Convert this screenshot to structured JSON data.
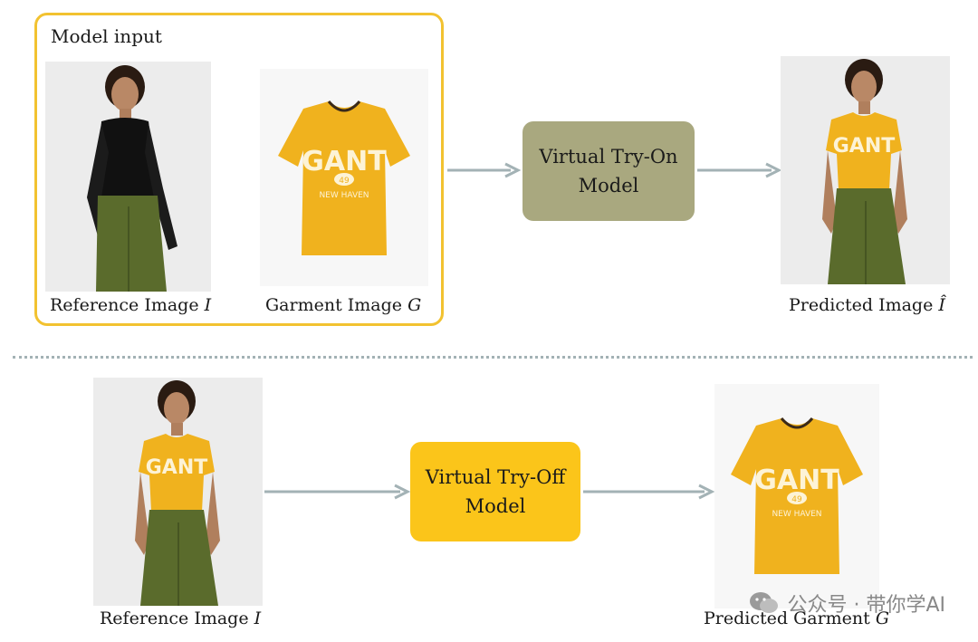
{
  "top": {
    "box_title": "Model input",
    "reference_label": "Reference Image",
    "reference_symbol": "I",
    "garment_label": "Garment Image",
    "garment_symbol": "G",
    "model_line1": "Virtual Try-On",
    "model_line2": "Model",
    "predicted_label": "Predicted Image",
    "predicted_symbol": "Î"
  },
  "bottom": {
    "reference_label": "Reference Image",
    "reference_symbol": "I",
    "model_line1": "Virtual Try-Off",
    "model_line2": "Model",
    "predicted_label": "Predicted Garment",
    "predicted_symbol": "G"
  },
  "shirt": {
    "brand": "GANT",
    "number": "49",
    "city": "NEW HAVEN"
  },
  "watermark": {
    "text": "公众号 · 带你学AI"
  },
  "colors": {
    "input_border": "#f2c230",
    "tryon_box": "#a9a87f",
    "tryoff_box": "#fbc51a",
    "arrow": "#a3b2b5",
    "shirt": "#f0b21e",
    "pants": "#5a6b2c",
    "black_top": "#111111"
  }
}
